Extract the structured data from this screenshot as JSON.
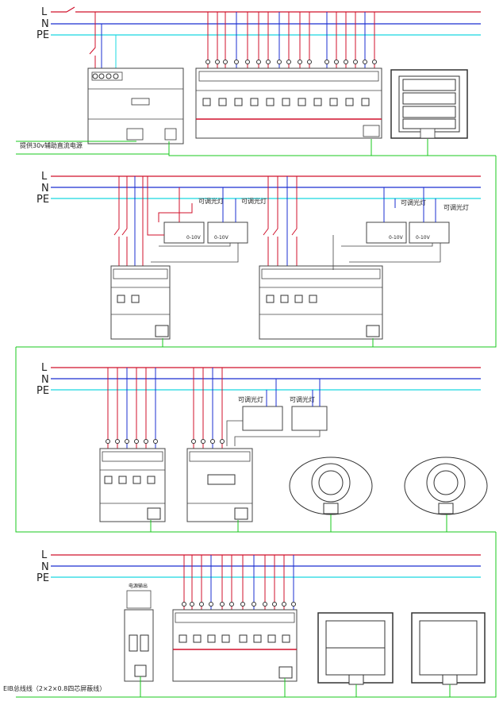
{
  "buses": [
    {
      "label": "L",
      "color": "#d0112b"
    },
    {
      "label": "N",
      "color": "#1b2fd0"
    },
    {
      "label": "PE",
      "color": "#19d8e0"
    }
  ],
  "colors": {
    "bus_wire": "#19c81e",
    "device_outline": "#444444",
    "cable": "#c81919"
  },
  "notes": {
    "aux_power": "提供30v辅助直流电源",
    "lamp_a": "可调光灯",
    "lamp_b": "可调光灯",
    "lamp_c": "可调光灯",
    "lamp_d": "可调光灯",
    "lamp_e": "可调光灯",
    "lamp_f": "可调光灯",
    "bus_cable": "EIB总线线（2×2×0.8四芯屏蔽线）",
    "v1": "0-10V",
    "v2": "0-10V",
    "v3": "0-10V",
    "v4": "0-10V",
    "mains_label": "电源输出"
  }
}
